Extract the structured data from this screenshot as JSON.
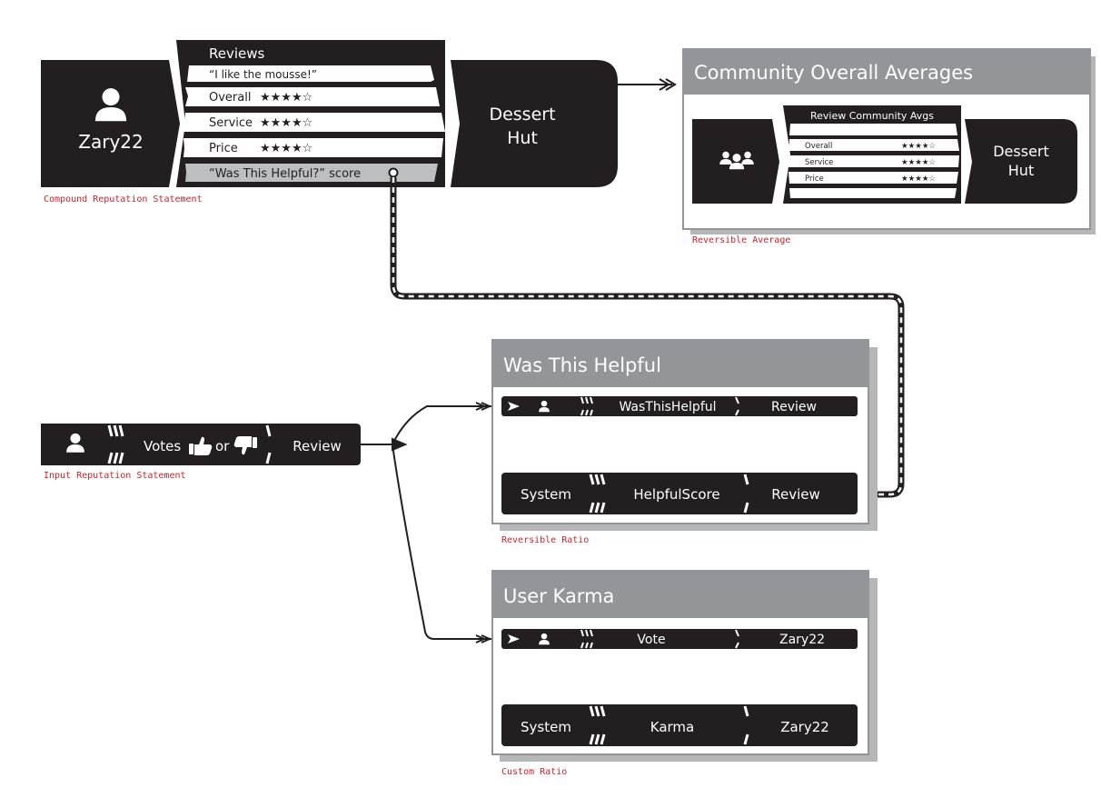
{
  "compound": {
    "user_name": "Zary22",
    "reviews_header": "Reviews",
    "quote": "“I like the mousse!”",
    "rows": [
      {
        "label": "Overall",
        "stars": "★★★★☆"
      },
      {
        "label": "Service",
        "stars": "★★★★☆"
      },
      {
        "label": "Price",
        "stars": "★★★★☆"
      }
    ],
    "helpful_label": "“Was This Helpful?” score",
    "target_line1": "Dessert",
    "target_line2": "Hut",
    "caption": "Compound Reputation Statement",
    "user_icon": "user-icon"
  },
  "community": {
    "title": "Community Overall Averages",
    "header": "Review Community Avgs",
    "rows": [
      {
        "label": "Overall",
        "stars": "★★★★☆"
      },
      {
        "label": "Service",
        "stars": "★★★★☆"
      },
      {
        "label": "Price",
        "stars": "★★★★☆"
      }
    ],
    "target_line1": "Dessert",
    "target_line2": "Hut",
    "caption": "Reversible Average",
    "group_icon": "group-icon"
  },
  "input": {
    "verb_votes": "Votes",
    "verb_or": "or",
    "target": "Review",
    "caption": "Input Reputation Statement",
    "thumbs_up_icon": "thumbs-up-icon",
    "thumbs_down_icon": "thumbs-down-icon"
  },
  "helpful_box": {
    "title": "Was This Helpful",
    "input_claim": "WasThisHelpful",
    "input_target": "Review",
    "system_source": "System",
    "system_claim": "HelpfulScore",
    "system_target": "Review",
    "caption": "Reversible Ratio"
  },
  "karma_box": {
    "title": "User Karma",
    "input_claim": "Vote",
    "input_target": "Zary22",
    "system_source": "System",
    "system_claim": "Karma",
    "system_target": "Zary22",
    "caption": "Custom Ratio"
  },
  "colors": {
    "bar_black": "#231f20",
    "panel_gray": "#939598",
    "highlight_gray": "#bcbec0",
    "caption_red": "#d0202a"
  }
}
